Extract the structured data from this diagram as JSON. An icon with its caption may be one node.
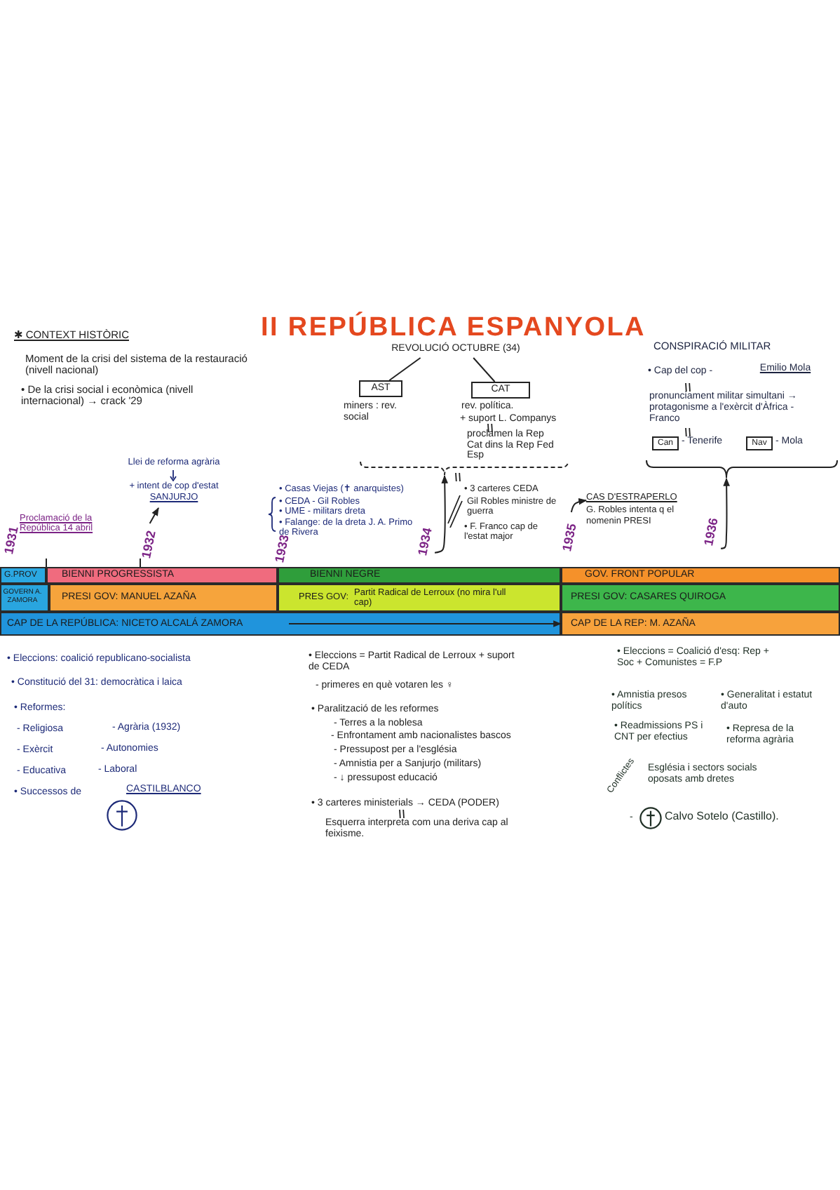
{
  "diagram": {
    "title": "II REPÚBLICA ESPANYOLA",
    "nodes": [
      {
        "text": [
          "REVOLUCIÓ OCTUBRE (34)"
        ]
      },
      {
        "text": [
          "AST"
        ],
        "beside": [
          "miners : rev. social"
        ]
      },
      {
        "text": [
          "CAT"
        ],
        "beside": [
          "rev. política.",
          "+ suport L. Companys",
          "proclamen la Rep Cat dins la Rep Fed Esp"
        ]
      },
      {
        "text": [],
        "shape": "bracket"
      },
      {
        "text": [
          "1934"
        ]
      },
      {
        "text": [
          "1932"
        ]
      },
      {
        "text": [
          "Llei de reforma agrària",
          "+ intent de cop d'estat",
          "SANJURJO"
        ]
      },
      {
        "text": [
          "1935"
        ]
      },
      {
        "text": [
          "CAS D'ESTRAPERLO",
          "G. Robles intenta q el nomenin PRESI"
        ]
      },
      {
        "text": [
          "1936"
        ]
      },
      {
        "text": [],
        "shape": "bracket"
      },
      {
        "text": [
          "Can"
        ],
        "beside": [
          "- Tenerife"
        ]
      },
      {
        "text": [
          "Nav"
        ],
        "beside": [
          "- Mola"
        ]
      },
      {
        "text": [
          "G.PROV"
        ]
      },
      {
        "text": [
          "BIENNI PROGRESSISTA"
        ]
      },
      {
        "text": [
          "BIENNI NEGRE"
        ]
      },
      {
        "text": [
          "GOV. FRONT POPULAR"
        ]
      },
      {
        "text": [
          "GOVERN A. ZAMORA"
        ]
      },
      {
        "text": [
          "PRESI GOV: MANUEL AZAÑA"
        ]
      },
      {
        "text": [
          "PRES GOV:",
          "Partit Radical de Lerroux (no mira l'ull cap)"
        ]
      },
      {
        "text": [
          "PRESI GOV: CASARES QUIROGA"
        ]
      },
      {
        "text": [
          "CAP DE LA REPÚBLICA: NICETO ALCALÁ ZAMORA"
        ]
      },
      {
        "text": [
          "CAP DE LA REP: M. AZAÑA"
        ]
      }
    ],
    "edges": [
      {
        "from": 0,
        "to": 1,
        "arrow": "none"
      },
      {
        "from": 0,
        "to": 2,
        "arrow": "none"
      },
      {
        "from": 4,
        "to": 3,
        "arrow": "to"
      },
      {
        "from": 5,
        "to": 6,
        "arrow": "to"
      },
      {
        "from": 7,
        "to": 8,
        "arrow": "to"
      },
      {
        "from": 9,
        "to": 10,
        "arrow": "to"
      },
      {
        "from": 21,
        "to": 22,
        "arrow": "to"
      }
    ],
    "labels": [
      "✱ CONTEXT HISTÒRIC",
      "Moment de la crisi del sistema de la restauració (nivell nacional)",
      "• De la crisi social i econòmica (nivell internacional) → crack '29",
      "CONSPIRACIÓ MILITAR",
      "• Cap del cop -",
      "Emilio Mola",
      "pronunciament militar simultani → protagonisme a l'exèrcit d'Àfrica - Franco",
      "Proclamació de la República 14 abril",
      "1931",
      "• Casas Viejas (✝ anarquistes)",
      "• CEDA - Gil Robles",
      "• UME - militars dreta",
      "• Falange: de la dreta J. A. Primo de Rivera",
      "1933",
      "• 3 carteres CEDA",
      "Gil Robles ministre de guerra",
      "• F. Franco cap de l'estat major",
      "• Eleccions: coalició republicano-socialista",
      "• Constitució del 31: democràtica i laica",
      "• Reformes:",
      "- Religiosa",
      "- Agrària (1932)",
      "- Exèrcit",
      "- Autonomies",
      "- Educativa",
      "- Laboral",
      "• Successos de",
      "CASTILBLANCO",
      "• Eleccions = Partit Radical de Lerroux + suport de CEDA",
      "- primeres en què votaren les ♀",
      "• Paralització de les reformes",
      "- Terres a la noblesa",
      "- Enfrontament amb nacionalistes bascos",
      "- Pressupost per a l'església",
      "- Amnistia per a Sanjurjo (militars)",
      "- ↓ pressupost educació",
      "• 3 carteres ministerials → CEDA (PODER)",
      "Esquerra interpreta com una deriva cap al feixisme.",
      "• Eleccions = Coalició d'esq: Rep + Soc + Comunistes = F.P",
      "• Amnistia presos polítics",
      "• Generalitat i estatut d'auto",
      "• Readmissions PS i CNT per efectius",
      "• Represa de la reforma agrària",
      "Conflictes",
      "Església i sectors socials oposats amb dretes",
      "-",
      "Calvo Sotelo (Castillo)."
    ]
  }
}
